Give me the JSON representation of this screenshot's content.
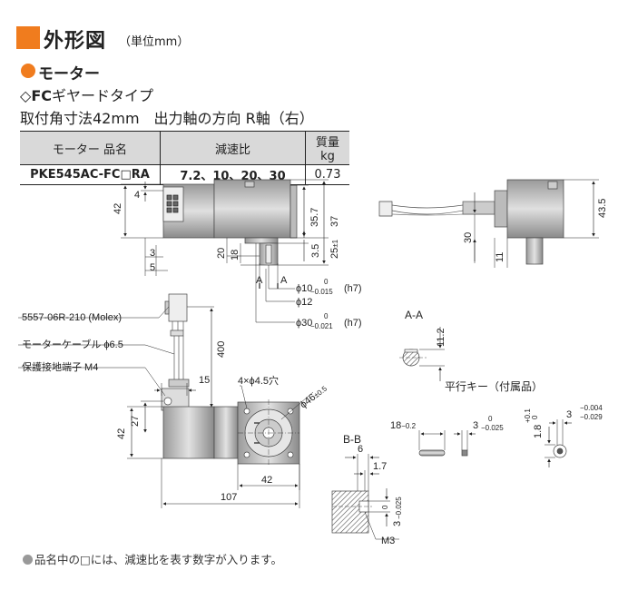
{
  "header": {
    "title": "外形図",
    "unit": "（単位mm）"
  },
  "section": {
    "motor": "モーター",
    "gear_prefix": "◇",
    "gear_bold": "FC",
    "gear_rest": "ギヤードタイプ",
    "spec": "取付角寸法42mm　出力軸の方向 R軸（右）"
  },
  "table": {
    "headers": [
      "モーター 品名",
      "減速比",
      "質量 kg"
    ],
    "row": [
      "PKE545AC-FC□RA",
      "7.2、10、20、30",
      "0.73"
    ]
  },
  "dims": {
    "d4": "4",
    "d42a": "42",
    "d35_7": "35.7",
    "d37": "37",
    "d3_5": "3.5",
    "d25": "25",
    "d25_tol": "±1",
    "d20": "20",
    "d18": "18",
    "d3": "3",
    "d5": "5",
    "sect_a": "A",
    "phi10": "ϕ10",
    "phi10_tol_up": "0",
    "phi10_tol_lo": "−0.015",
    "phi10_fit": "(h7)",
    "phi12": "ϕ12",
    "phi30": "ϕ30",
    "phi30_tol_up": "0",
    "phi30_tol_lo": "−0.021",
    "phi30_fit": "(h7)",
    "d43_5": "43.5",
    "d30": "30",
    "d11": "11",
    "connector": "5557-06R-210 (Molex)",
    "cable": "モーターケーブル ϕ6.5",
    "ground": "保護接地端子 M4",
    "d400": "400",
    "d15": "15",
    "d27": "27",
    "d42b": "42",
    "d42c": "42",
    "d107": "107",
    "holes": "4×ϕ4.5穴",
    "phi46": "ϕ46",
    "phi46_tol": "±0.5",
    "aa": "A-A",
    "d11_2": "11.2",
    "key_title": "平行キー（付属品）",
    "k18": "18",
    "k18_tol": "−0.2",
    "k3": "3",
    "k3_tol_up": "0",
    "k3_tol_lo": "−0.025",
    "k1_8": "1.8",
    "k1_8_tol_up": "+0.1",
    "k1_8_tol_lo": "0",
    "k3b": "3",
    "k3b_tol_up": "−0.004",
    "k3b_tol_lo": "−0.029",
    "bb": "B-B",
    "b6": "6",
    "b1_7": "1.7",
    "b3": "3",
    "b3_tol_up": "0",
    "b3_tol_lo": "−0.025",
    "m3": "M3"
  },
  "footnote": "品名中の□には、減速比を表す数字が入ります。"
}
